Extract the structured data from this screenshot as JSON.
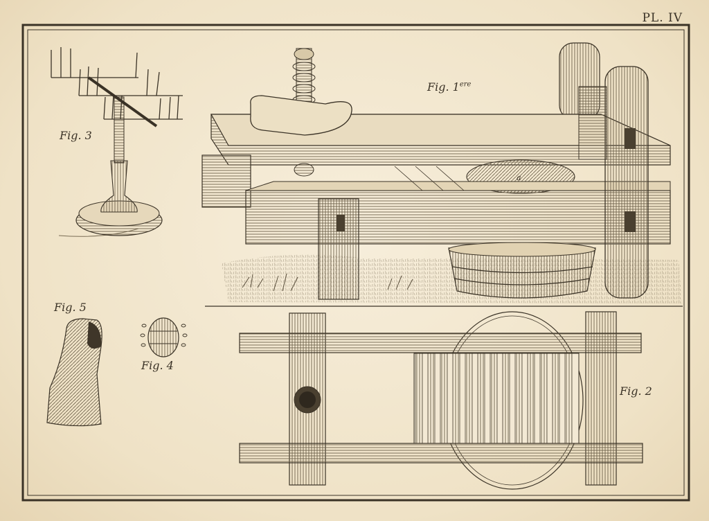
{
  "plate": {
    "label": "PL. IV"
  },
  "figures": {
    "fig1": {
      "label": "Fig. 1",
      "suffix": "ere",
      "mark": "a"
    },
    "fig2": {
      "label": "Fig. 2"
    },
    "fig3": {
      "label": "Fig. 3"
    },
    "fig4": {
      "label": "Fig. 4"
    },
    "fig5": {
      "label": "Fig. 5"
    }
  },
  "colors": {
    "paper": "#f1e6cf",
    "ink": "#3a3226",
    "wood": "#8b7d62",
    "wood_dark": "#5e5442"
  }
}
